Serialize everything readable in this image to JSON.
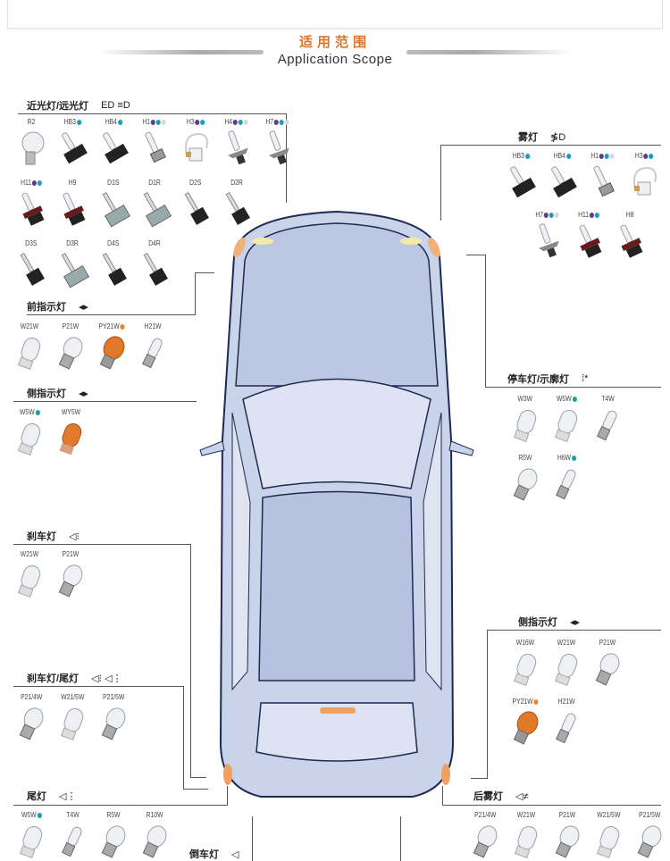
{
  "header": {
    "title_cn": "适用范围",
    "title_en": "Application Scope"
  },
  "colors": {
    "purple": "#5b3d8f",
    "teal": "#1f9db3",
    "gray": "#d8d8d8",
    "orange": "#e8862a",
    "car_fill": "#c9d3ea",
    "car_stroke": "#1d2a52"
  },
  "sections": [
    {
      "id": "low-high-beam",
      "title": "近光灯/远光灯",
      "icon": "ED ≡D",
      "rows": [
        [
          {
            "l": "R2",
            "t": "r2"
          },
          {
            "l": "HB3",
            "d": [
              "teal"
            ],
            "t": "hb"
          },
          {
            "l": "HB4",
            "d": [
              "teal"
            ],
            "t": "hb"
          },
          {
            "l": "H1",
            "d": [
              "purple",
              "teal",
              "gray"
            ],
            "t": "h1"
          },
          {
            "l": "H3",
            "d": [
              "purple",
              "teal"
            ],
            "t": "h3"
          },
          {
            "l": "H4",
            "d": [
              "purple",
              "teal",
              "gray"
            ],
            "t": "h4"
          },
          {
            "l": "H7",
            "d": [
              "purple",
              "teal",
              "gray"
            ],
            "t": "h7"
          }
        ],
        [
          {
            "l": "H11",
            "d": [
              "purple",
              "teal"
            ],
            "t": "h11"
          },
          {
            "l": "H9",
            "t": "h11"
          },
          {
            "l": "D1S",
            "t": "d1"
          },
          {
            "l": "D1R",
            "t": "d1"
          },
          {
            "l": "D2S",
            "t": "d2"
          },
          {
            "l": "D2R",
            "t": "d2"
          }
        ],
        [
          {
            "l": "D3S",
            "t": "d2"
          },
          {
            "l": "D3R",
            "t": "d1"
          },
          {
            "l": "D4S",
            "t": "d2"
          },
          {
            "l": "D4R",
            "t": "d2"
          }
        ]
      ]
    },
    {
      "id": "front-indicator",
      "title": "前指示灯",
      "icon": "◂▸",
      "rows": [
        [
          {
            "l": "W21W",
            "t": "wedge"
          },
          {
            "l": "P21W",
            "t": "bay"
          },
          {
            "l": "PY21W",
            "d": [
              "orange"
            ],
            "t": "amber"
          },
          {
            "l": "H21W",
            "t": "small"
          }
        ]
      ]
    },
    {
      "id": "side-indicator-left",
      "title": "侧指示灯",
      "icon": "◂▸",
      "rows": [
        [
          {
            "l": "W5W",
            "d": [
              "teal"
            ],
            "t": "wedge"
          },
          {
            "l": "WY5W",
            "t": "amberwedge"
          }
        ]
      ]
    },
    {
      "id": "brake-light",
      "title": "刹车灯",
      "icon": "◁⁝",
      "rows": [
        [
          {
            "l": "W21W",
            "t": "wedge"
          },
          {
            "l": "P21W",
            "t": "bay"
          }
        ]
      ]
    },
    {
      "id": "brake-tail-light",
      "title": "刹车灯/尾灯",
      "icon": "◁⁝ ◁⋮",
      "rows": [
        [
          {
            "l": "P21/4W",
            "t": "bay"
          },
          {
            "l": "W21/5W",
            "t": "wedge"
          },
          {
            "l": "P21/5W",
            "t": "bay"
          }
        ]
      ]
    },
    {
      "id": "tail-light",
      "title": "尾灯",
      "icon": "◁⋮",
      "rows": [
        [
          {
            "l": "W5W",
            "d": [
              "teal"
            ],
            "t": "wedge"
          },
          {
            "l": "T4W",
            "t": "small"
          },
          {
            "l": "R5W",
            "t": "bay"
          },
          {
            "l": "R10W",
            "t": "bay"
          }
        ]
      ]
    },
    {
      "id": "fog-light",
      "title": "雾灯",
      "icon": "≸D",
      "rows": [
        [
          {
            "l": "HB3",
            "d": [
              "teal"
            ],
            "t": "hb"
          },
          {
            "l": "HB4",
            "d": [
              "teal"
            ],
            "t": "hb"
          },
          {
            "l": "H1",
            "d": [
              "purple",
              "teal",
              "gray"
            ],
            "t": "h1"
          },
          {
            "l": "H3",
            "d": [
              "purple",
              "teal"
            ],
            "t": "h3"
          }
        ],
        [
          {
            "l": "H7",
            "d": [
              "purple",
              "teal",
              "gray"
            ],
            "t": "h7"
          },
          {
            "l": "H11",
            "d": [
              "purple",
              "teal"
            ],
            "t": "h11"
          },
          {
            "l": "H8",
            "t": "h11"
          }
        ]
      ]
    },
    {
      "id": "parking-light",
      "title": "停车灯/示廓灯",
      "icon": "⁞*",
      "rows": [
        [
          {
            "l": "W3W",
            "t": "wedge"
          },
          {
            "l": "W5W",
            "d": [
              "teal"
            ],
            "t": "wedge"
          },
          {
            "l": "T4W",
            "t": "small"
          }
        ],
        [
          {
            "l": "R5W",
            "t": "bay"
          },
          {
            "l": "H6W",
            "d": [
              "teal"
            ],
            "t": "small"
          }
        ]
      ]
    },
    {
      "id": "side-indicator-right",
      "title": "侧指示灯",
      "icon": "◂▸",
      "rows": [
        [
          {
            "l": "W16W",
            "t": "wedge"
          },
          {
            "l": "W21W",
            "t": "wedge"
          },
          {
            "l": "P21W",
            "t": "bay"
          }
        ],
        [
          {
            "l": "PY21W",
            "d": [
              "orange"
            ],
            "t": "amber"
          },
          {
            "l": "H21W",
            "t": "small"
          }
        ]
      ]
    },
    {
      "id": "rear-fog-light",
      "title": "后雾灯",
      "icon": "◁≠",
      "rows": [
        [
          {
            "l": "P21/4W",
            "t": "bay"
          },
          {
            "l": "W21W",
            "t": "wedge"
          },
          {
            "l": "P21W",
            "t": "bay"
          },
          {
            "l": "W21/5W",
            "t": "wedge"
          },
          {
            "l": "P21/5W",
            "t": "bay"
          }
        ]
      ]
    },
    {
      "id": "reverse-light",
      "title": "倒车灯",
      "icon": "◁",
      "rows": []
    }
  ]
}
